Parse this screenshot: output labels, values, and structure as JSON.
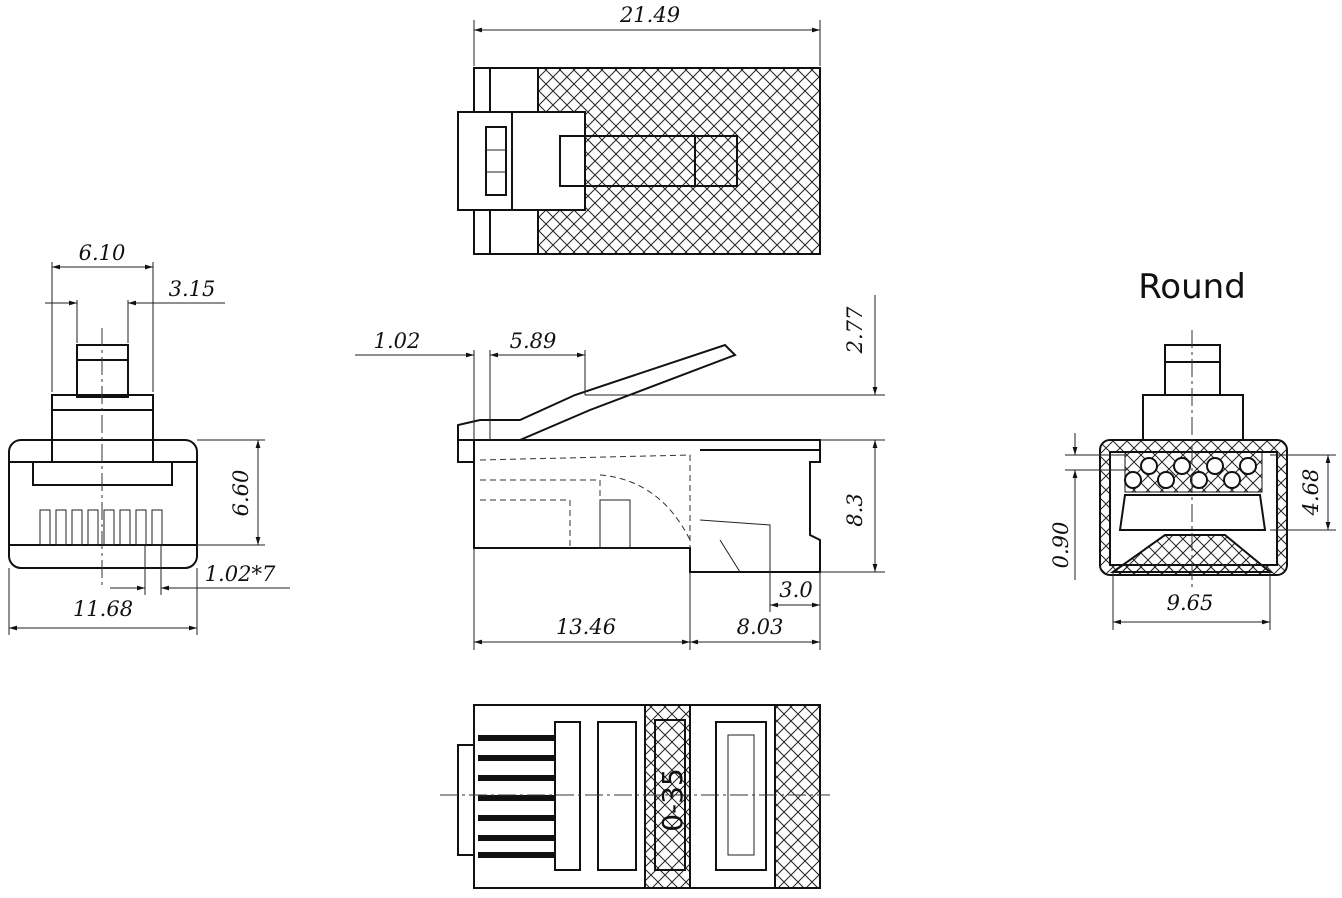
{
  "views": {
    "top": {
      "width_label": "21.49"
    },
    "front": {
      "latch_width_label": "6.10",
      "tab_width_label": "3.15",
      "height_label": "6.60",
      "pitch_label": "1.02*7",
      "width_label": "11.68"
    },
    "side": {
      "nose_label": "1.02",
      "latch_offset_label": "5.89",
      "latch_rise_label": "2.77",
      "height_label": "8.3",
      "tail_label": "3.0",
      "front_length_label": "13.46",
      "rear_length_label": "8.03"
    },
    "rear": {
      "title": "Round",
      "wire_offset_label": "0.90",
      "wire_area_height_label": "4.68",
      "width_label": "9.65"
    },
    "bottom": {
      "marking": "0-35"
    }
  }
}
